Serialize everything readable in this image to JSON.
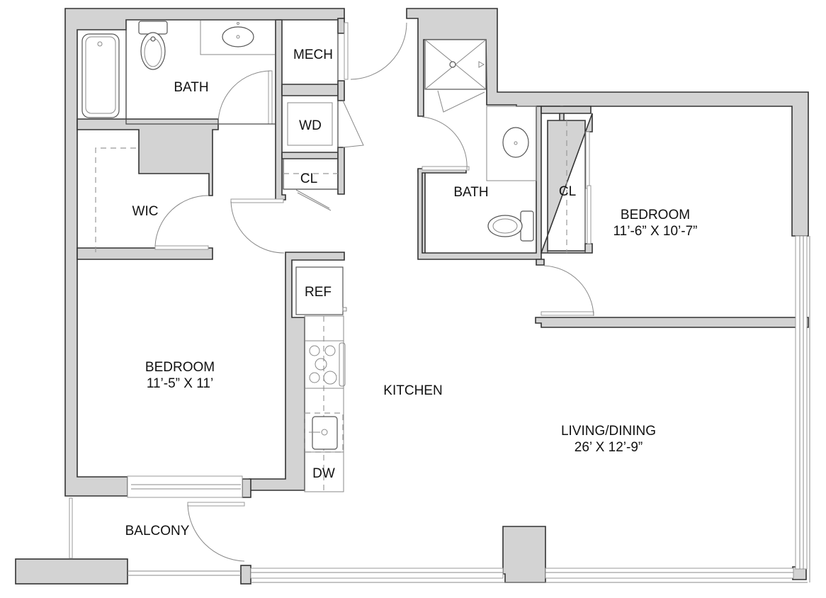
{
  "plan": {
    "colors": {
      "wall_fill": "#d3d3d3",
      "wall_stroke": "#333333",
      "background": "#ffffff"
    },
    "rooms": {
      "bath1": {
        "name": "BATH"
      },
      "mech": {
        "name": "MECH"
      },
      "wd": {
        "name": "WD"
      },
      "cl1": {
        "name": "CL"
      },
      "wic": {
        "name": "WIC"
      },
      "bedroom1": {
        "name": "BEDROOM",
        "dims": "11’-5” X 11’"
      },
      "kitchen": {
        "name": "KITCHEN"
      },
      "ref": {
        "name": "REF"
      },
      "dw": {
        "name": "DW"
      },
      "balcony": {
        "name": "BALCONY"
      },
      "bath2": {
        "name": "BATH"
      },
      "cl2": {
        "name": "CL"
      },
      "bedroom2": {
        "name": "BEDROOM",
        "dims": "11’-6” X 10’-7”"
      },
      "living": {
        "name": "LIVING/DINING",
        "dims": "26’ X 12’-9”"
      }
    }
  }
}
